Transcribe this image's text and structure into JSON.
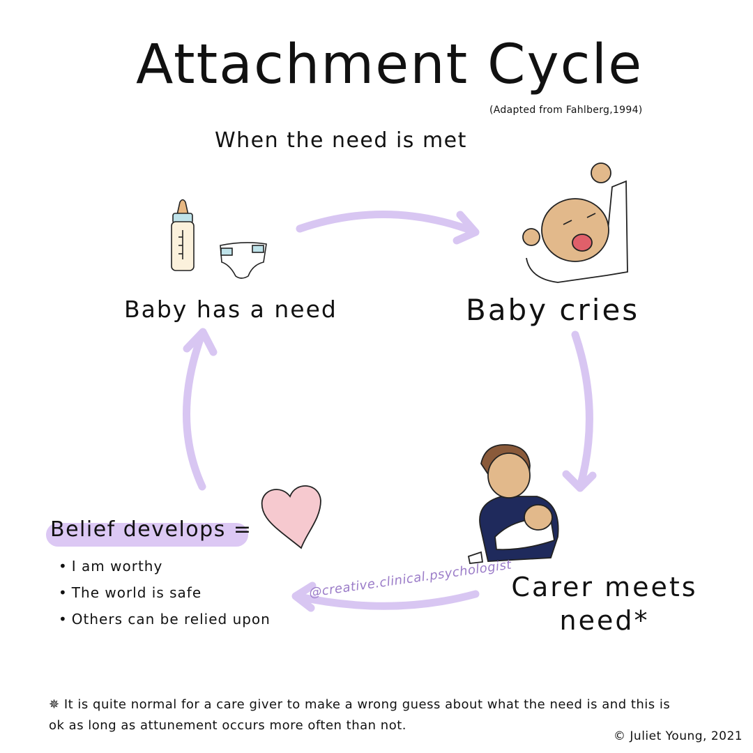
{
  "title": "Attachment Cycle",
  "adapted": "(Adapted from Fahlberg,1994)",
  "subtitle": "When the need is met",
  "nodes": {
    "need": "Baby has a need",
    "cries": "Baby cries",
    "carer": "Carer meets need*",
    "belief": "Belief develops ="
  },
  "beliefs": [
    "I am worthy",
    "The world is safe",
    "Others can be relied upon"
  ],
  "credit": "@creative.clinical.psychologist",
  "footnote": {
    "marker": "✵",
    "text": "It is quite normal for a care giver to make a wrong guess about what the need is and this is ok as long as attunement occurs more often than not."
  },
  "copyright": "© Juliet Young, 2021",
  "colors": {
    "arrow": "#d8c6f2",
    "highlight": "#dcc8f4",
    "heart": "#f6c9cf",
    "sweater": "#1f2a5c",
    "skin": "#e2b98b"
  },
  "icons": [
    "bottle-icon",
    "nappy-icon",
    "crying-baby-icon",
    "carer-holding-baby-icon",
    "heart-icon"
  ]
}
